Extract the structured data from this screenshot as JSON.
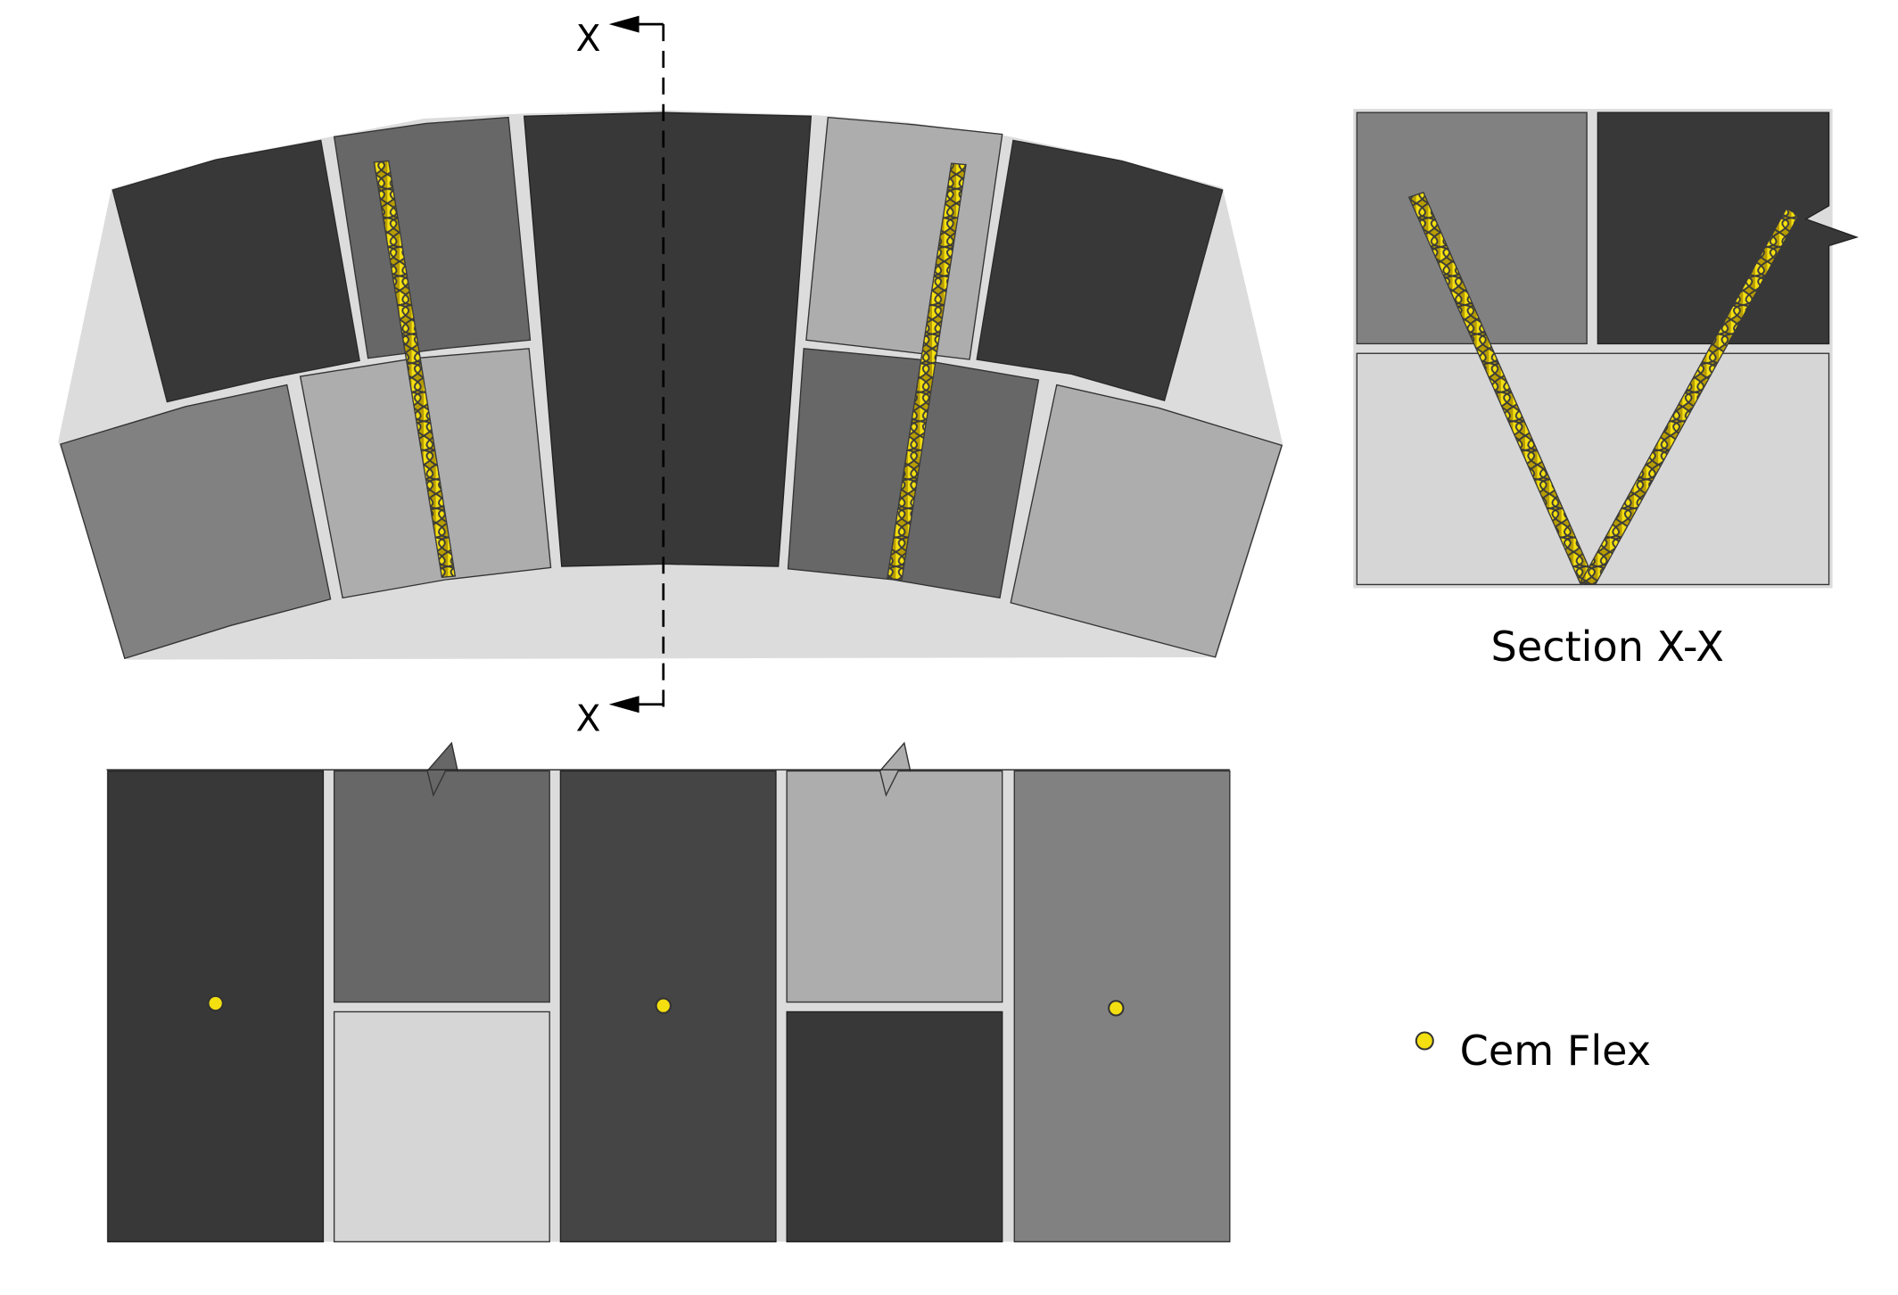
{
  "labels": {
    "section_marker_top": "X",
    "section_marker_bottom": "X",
    "section_title": "Section X-X",
    "legend_cem_flex": "Cem Flex"
  },
  "colors": {
    "black": "#383838",
    "dark": "#454545",
    "mid_dark": "#676767",
    "mid": "#818181",
    "light": "#adadad",
    "lighter": "#d6d6d6",
    "mortar": "#dcdcdc",
    "rope": "#f1dc00",
    "rope_stroke": "#3a3a3a"
  },
  "icons": {
    "section_arrow": "arrow-left-icon",
    "legend_dot": "cem-flex-dot-icon"
  }
}
